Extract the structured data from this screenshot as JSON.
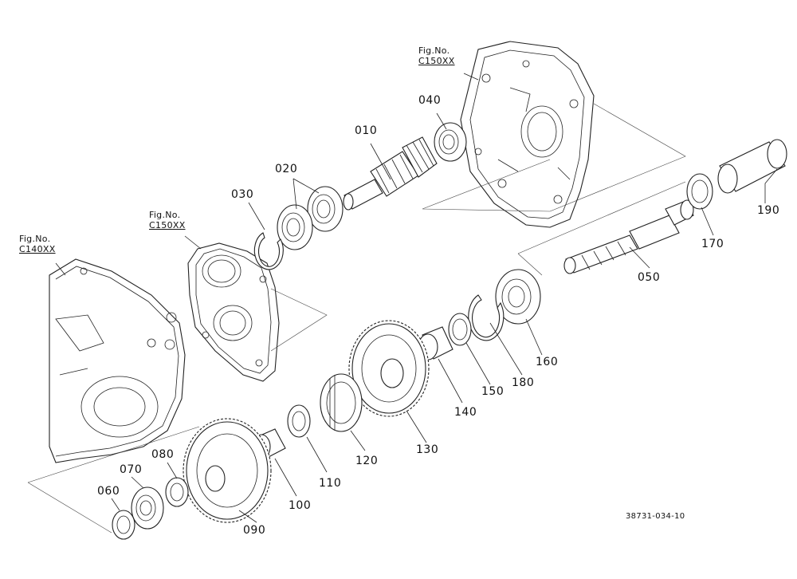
{
  "figure_refs": {
    "top": {
      "line1": "Fig.No.",
      "line2": "C150XX"
    },
    "middle": {
      "line1": "Fig.No.",
      "line2": "C150XX"
    },
    "left": {
      "line1": "Fig.No.",
      "line2": "C140XX"
    }
  },
  "parts": {
    "p010": "010",
    "p020": "020",
    "p030": "030",
    "p040": "040",
    "p050": "050",
    "p060": "060",
    "p070": "070",
    "p080": "080",
    "p090": "090",
    "p100": "100",
    "p110": "110",
    "p120": "120",
    "p130": "130",
    "p140": "140",
    "p150": "150",
    "p160": "160",
    "p170": "170",
    "p180": "180",
    "p190": "190"
  },
  "drawing_code": "38731-034-10"
}
